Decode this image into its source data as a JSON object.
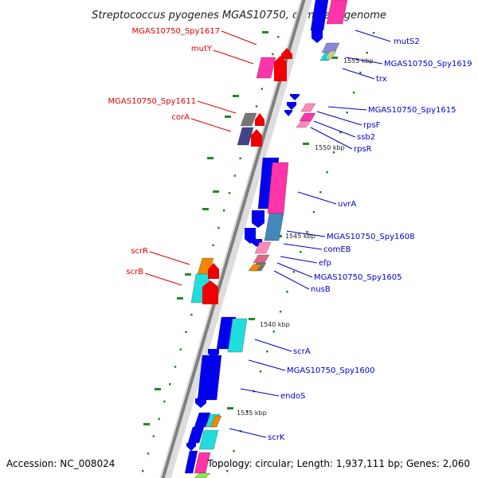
{
  "title": "Streptococcus pyogenes MGAS10750, complete genome",
  "accession": "Accession: NC_008024",
  "topology": "Topology: circular; Length: 1,937,111 bp; Genes: 2,060",
  "colors": {
    "left_label": "#dd0000",
    "right_label": "#0000cc",
    "axis_outer": "#808080",
    "axis_inner": "#dddddd",
    "tick": "#228b22",
    "dot": "#1e7b1e"
  },
  "kbp_markers": [
    "1555 kbp",
    "1550 kbp",
    "1545 kbp",
    "1540 kbp",
    "1535 kbp"
  ],
  "left_labels": [
    "MGAS10750_Spy1617",
    "mutY",
    "MGAS10750_Spy1611",
    "corA",
    "scrR",
    "scrB"
  ],
  "right_labels": [
    "mutS2",
    "MGAS10750_Spy1619",
    "trx",
    "MGAS10750_Spy1615",
    "rpsF",
    "ssb2",
    "rpsR",
    "uvrA",
    "MGAS10750_Spy1608",
    "comEB",
    "efp",
    "MGAS10750_Spy1605",
    "nusB",
    "scrA",
    "MGAS10750_Spy1600",
    "endoS",
    "scrK"
  ]
}
